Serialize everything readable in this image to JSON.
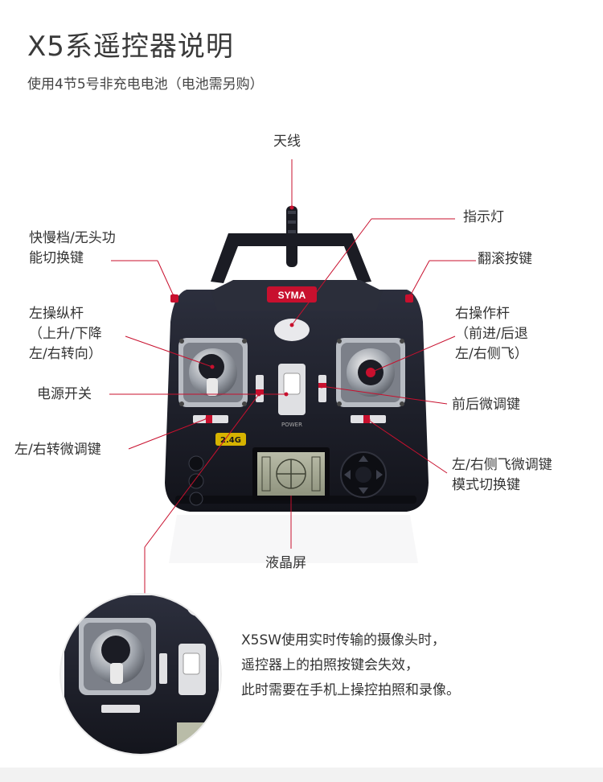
{
  "header": {
    "title": "X5系遥控器说明",
    "subtitle": "使用4节5号非充电电池（电池需另购）"
  },
  "labels": {
    "antenna": "天线",
    "indicator": "指示灯",
    "speed_switch_line1": "快慢档/无头功",
    "speed_switch_line2": "能切换键",
    "roll_button": "翻滚按键",
    "left_stick_line1": "左操纵杆",
    "left_stick_line2": "（上升/下降",
    "left_stick_line3": "左/右转向）",
    "right_stick_line1": "右操作杆",
    "right_stick_line2": "（前进/后退",
    "right_stick_line3": "左/右侧飞）",
    "power_switch": "电源开关",
    "fb_trim": "前后微调键",
    "lr_turn_trim": "左/右转微调键",
    "side_trim_line1": "左/右侧飞微调键",
    "side_trim_line2": "模式切换键",
    "lcd": "液晶屏"
  },
  "device": {
    "brand": "SYMA",
    "badge": "2.4G",
    "power_text": "POWER"
  },
  "note": {
    "line1": "X5SW使用实时传输的摄像头时，",
    "line2": "遥控器上的拍照按键会失效，",
    "line3": "此时需要在手机上操控拍照和录像。"
  },
  "colors": {
    "leader_line": "#c8102e",
    "body": "#1d1f2a",
    "accent": "#c8102e"
  }
}
